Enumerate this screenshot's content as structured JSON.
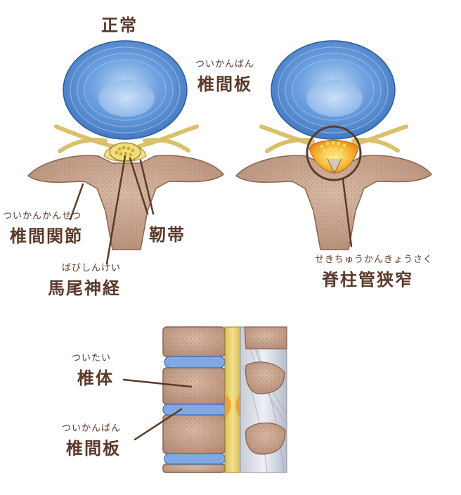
{
  "top": {
    "normal_title": "正常",
    "disc": {
      "ruby": "ついかんばん",
      "label": "椎間板"
    },
    "facet": {
      "ruby": "ついかんかんせつ",
      "label": "椎間関節"
    },
    "ligament": {
      "label": "靭帯"
    },
    "cauda": {
      "ruby": "ばびしんけい",
      "label": "馬尾神経"
    },
    "stenosis": {
      "ruby": "せきちゅうかんきょうさく",
      "label": "脊柱管狭窄"
    }
  },
  "bottom": {
    "body": {
      "ruby": "ついたい",
      "label": "椎体"
    },
    "disc": {
      "ruby": "ついかんばん",
      "label": "椎間板"
    }
  },
  "colors": {
    "disc_blue": "#4f86cc",
    "bone": "#c9a58f",
    "nerve": "#e0c95a",
    "line": "#5a3a2a",
    "stenosis_orange": "#f0a024"
  }
}
